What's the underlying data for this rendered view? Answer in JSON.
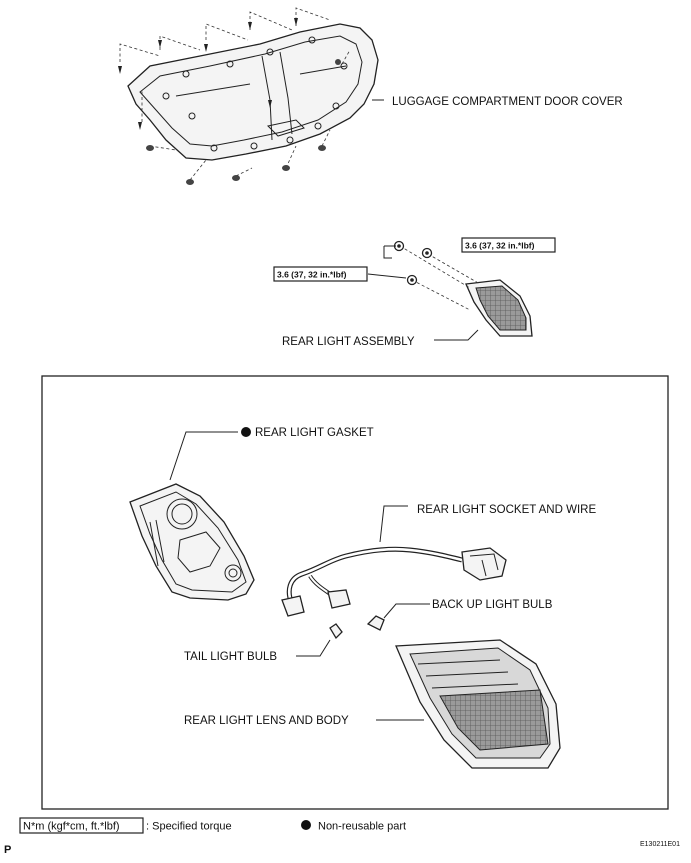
{
  "labels": {
    "door_cover": "LUGGAGE COMPARTMENT DOOR COVER",
    "rear_light_assembly": "REAR LIGHT ASSEMBLY",
    "gasket": "REAR LIGHT GASKET",
    "socket_wire": "REAR LIGHT SOCKET AND WIRE",
    "back_up_bulb": "BACK UP LIGHT BULB",
    "tail_bulb": "TAIL LIGHT BULB",
    "lens_body": "REAR LIGHT LENS AND BODY"
  },
  "torque": {
    "upper": "3.6 (37, 32 in.*lbf)",
    "left": "3.6 (37, 32 in.*lbf)"
  },
  "legend": {
    "torque_box": "N*m (kgf*cm, ft.*lbf)",
    "torque_text": ": Specified torque",
    "nonreusable_text": "Non-reusable part"
  },
  "footer": {
    "left_mark": "P",
    "figure_id": "E130211E01"
  },
  "icons": [
    "bullet-icon",
    "nut-icon",
    "clip-icon"
  ],
  "colors": {
    "ink": "#111111",
    "paper": "#ffffff",
    "lens_fill": "#888888"
  }
}
